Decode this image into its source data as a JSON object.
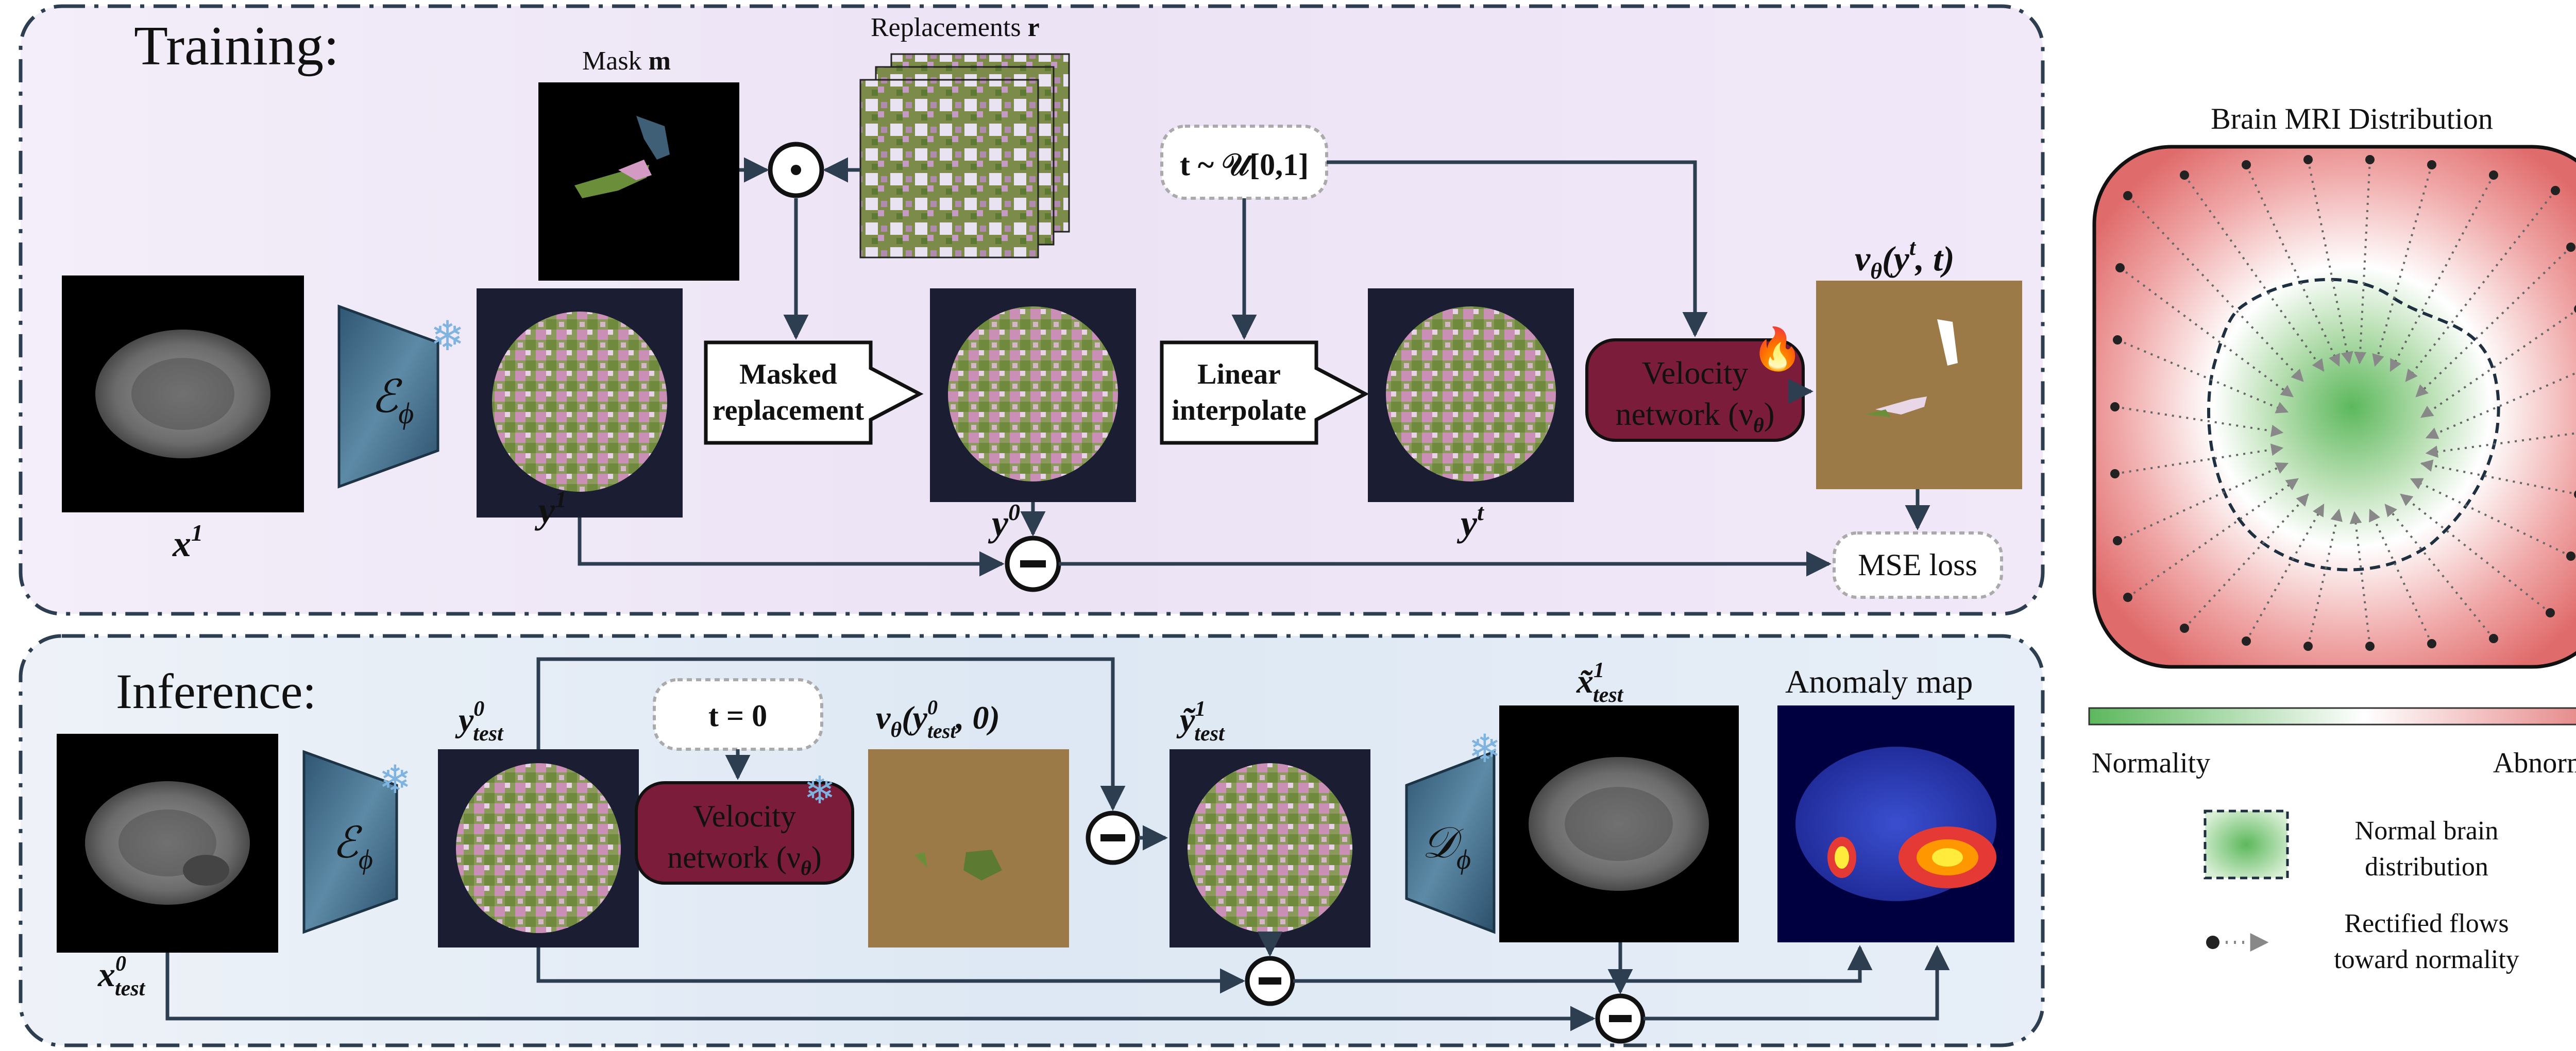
{
  "training": {
    "title": "Training:",
    "mask_label": "Mask ",
    "mask_symbol": "m",
    "replacements_label": "Replacements ",
    "replacements_symbol": "r",
    "t_sample": "t ~ 𝒰[0,1]",
    "encoder": "ℰ",
    "encoder_sub": "ϕ",
    "x1": "x",
    "x1_sup": "1",
    "y1": "y",
    "y1_sup": "1",
    "y0": "y",
    "y0_sup": "0",
    "yt": "y",
    "yt_sup": "t",
    "masked_replacement_line1": "Masked",
    "masked_replacement_line2": "replacement",
    "linear_interpolate_line1": "Linear",
    "linear_interpolate_line2": "interpolate",
    "velocity_line1": "Velocity",
    "velocity_line2": "network (ν",
    "velocity_line2_sub": "θ",
    "velocity_output": "ν",
    "velocity_output_sub": "θ",
    "velocity_output_args": "(y",
    "velocity_output_args_sup": "t",
    "velocity_output_args_end": ", t)",
    "odot": "⊙",
    "minus": "−",
    "mse_loss": "MSE loss"
  },
  "inference": {
    "title": "Inference:",
    "t_zero": "t = 0",
    "encoder": "ℰ",
    "encoder_sub": "ϕ",
    "decoder": "𝒟",
    "decoder_sub": "ϕ",
    "x0_test": "x",
    "x0_test_sup": "0",
    "x0_test_sub": "test",
    "y0_test": "y",
    "y0_test_sup": "0",
    "y0_test_sub": "test",
    "velocity_line1": "Velocity",
    "velocity_line2": "network (ν",
    "velocity_line2_sub": "θ",
    "velocity_output": "ν",
    "velocity_output_sub": "θ",
    "velocity_output_args": "(y",
    "velocity_output_args_sup": "0",
    "velocity_output_args_sub": "test",
    "velocity_output_args_end": ", 0)",
    "y1_tilde": "ỹ",
    "y1_tilde_sup": "1",
    "y1_tilde_sub": "test",
    "x1_tilde": "x̃",
    "x1_tilde_sup": "1",
    "x1_tilde_sub": "test",
    "anomaly_map": "Anomaly map",
    "minus": "−"
  },
  "distribution": {
    "title": "Brain MRI Distribution",
    "normality": "Normality",
    "abnormality": "Abnormality",
    "legend_normal_line1": "Normal brain",
    "legend_normal_line2": "distribution",
    "legend_flow_line1": "Rectified flows",
    "legend_flow_line2": "toward normality",
    "colors": {
      "normal": "#5cb85c",
      "abnormal": "#e57373"
    }
  },
  "colors": {
    "training_bg": "#efe6f6",
    "inference_bg": "#e4edf7",
    "encoder_fill": "#3d6a86",
    "velocity_fill": "#7a1c3a",
    "latent_tan": "#9b7a48",
    "arrow": "#2c3e50"
  }
}
